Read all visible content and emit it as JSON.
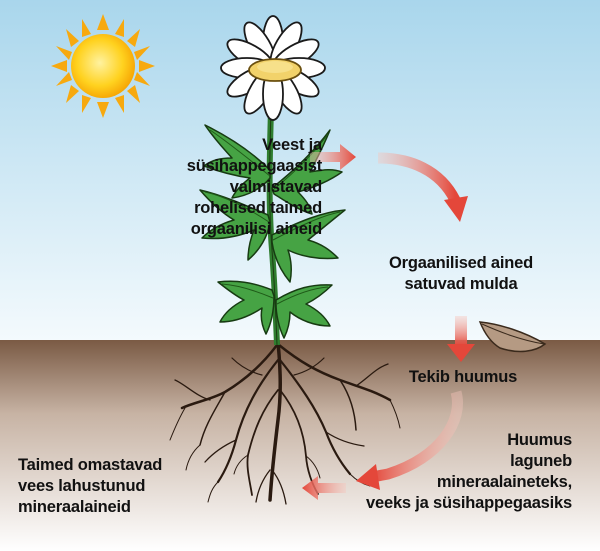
{
  "colors": {
    "sky_top": "#a9d6ec",
    "sky_bottom": "#f4fafd",
    "soil_top": "#7a5a44",
    "soil_bottom": "#ffffff",
    "arrow": "#e4473a",
    "leaf": "#46a344",
    "sun": "#f7b916"
  },
  "labels": {
    "photosynthesis": "Veest ja\nsüsihappegaasist\nvalmistavad\nrohelised taimed\norgaanilisi aineid",
    "organic_matter": "Orgaanilised ained\nsatuvad mulda",
    "humus_forms": "Tekib huumus",
    "decomposition": "Huumus\nlaguneb\nmineraalaineteks,\nveeks ja süsihappegaasiks",
    "absorption": "Taimed omastavad\nvees lahustunud\nmineraalaineid"
  }
}
